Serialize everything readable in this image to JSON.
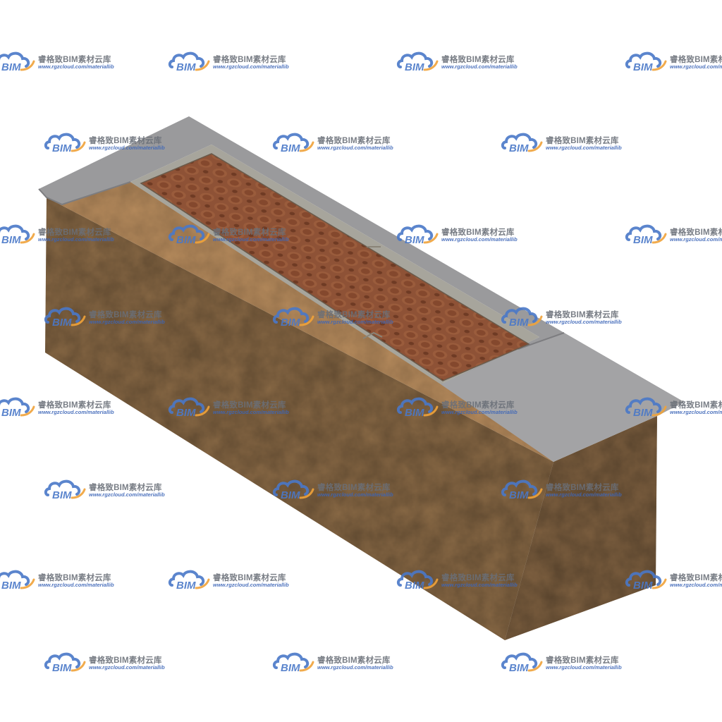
{
  "watermark": {
    "logo_text": "BIM",
    "title": "睿格致BIM素材云库",
    "url": "www.rgzcloud.com/materiallib",
    "colors": {
      "cloud": "#4a78c8",
      "arc": "#f0a33a",
      "text": "#6a6f78"
    }
  },
  "model": {
    "subject": "planter-box-3d-model",
    "colors": {
      "soil_front": "#8a6a46",
      "soil_top": "#b58a5c",
      "coping": "#9a9a9c",
      "coping_edge": "#7d7d80",
      "brick_paving": "#8e5236",
      "inner_border": "#a7a59c"
    }
  }
}
